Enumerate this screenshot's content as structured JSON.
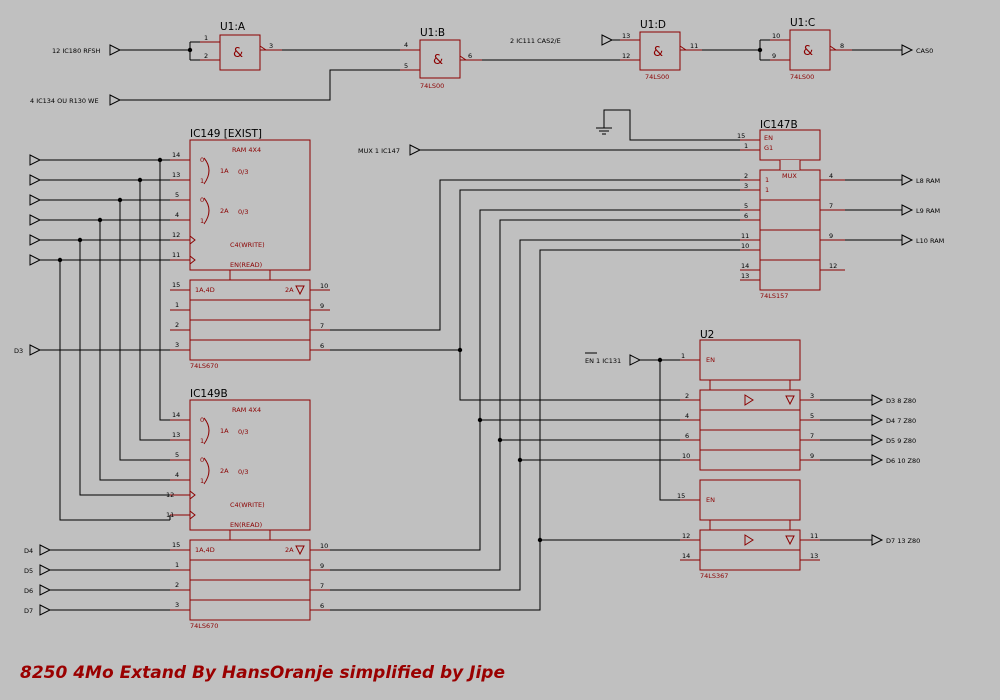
{
  "footer": {
    "caption": "8250 4Mo Extand By HansOranje simplified by Jipe"
  },
  "gates": {
    "u1a": {
      "ref": "U1:A",
      "symbol": "&",
      "pins": [
        "1",
        "2",
        "3"
      ],
      "part": ""
    },
    "u1b": {
      "ref": "U1:B",
      "symbol": "&",
      "pins": [
        "4",
        "5",
        "6"
      ],
      "part": "74LS00"
    },
    "u1d": {
      "ref": "U1:D",
      "symbol": "&",
      "pins": [
        "13",
        "12",
        "11"
      ],
      "part": "74LS00"
    },
    "u1c": {
      "ref": "U1:C",
      "symbol": "&",
      "pins": [
        "10",
        "9",
        "8"
      ],
      "part": "74LS00"
    }
  },
  "signals": {
    "rfsh": "12 IC180 RFSH",
    "we": "4 IC134 OU R130 WE",
    "cas2e": "2 IC111 CAS2/E",
    "cas0": "CAS0",
    "mux": "MUX 1 IC147",
    "l8": "L8 RAM",
    "l9": "L9 RAM",
    "l10": "L10 RAM",
    "d3": "D3",
    "d4": "D4",
    "d5": "D5",
    "d6": "D6",
    "d7": "D7",
    "en_label": "EN 1 IC131",
    "d3z": "D3 8 Z80",
    "d4z": "D4 7 Z80",
    "d5z": "D5 9 Z80",
    "d6z": "D6 10 Z80",
    "d7z": "D7 13 Z80"
  },
  "ic149": {
    "ref": "IC149 [EXIST]",
    "part": "74LS670",
    "title": "RAM 4X4",
    "lbl_1a": "1A",
    "lbl_2a": "2A",
    "frac": "0/3",
    "write": "C4(WRITE)",
    "read": "EN(READ)",
    "data_in": "1A,4D",
    "out": "2A",
    "sel": [
      "0",
      "1"
    ],
    "left_pins": [
      "14",
      "13",
      "5",
      "4",
      "12",
      "11"
    ],
    "data_pins": [
      "15",
      "1",
      "2",
      "3"
    ],
    "out_pins": [
      "10",
      "9",
      "7",
      "6"
    ]
  },
  "ic149b": {
    "ref": "IC149B",
    "part": "74LS670",
    "title": "RAM 4X4",
    "lbl_1a": "1A",
    "lbl_2a": "2A",
    "frac": "0/3",
    "write": "C4(WRITE)",
    "read": "EN(READ)",
    "data_in": "1A,4D",
    "out": "2A",
    "sel": [
      "0",
      "1"
    ],
    "left_pins": [
      "14",
      "13",
      "5",
      "4",
      "12",
      "11"
    ],
    "data_pins": [
      "15",
      "1",
      "2",
      "3"
    ],
    "out_pins": [
      "10",
      "9",
      "7",
      "6"
    ]
  },
  "ic147b": {
    "ref": "IC147B",
    "part": "74LS157",
    "en": "EN",
    "g1": "G1",
    "mux": "MUX",
    "one": "1",
    "left_pins": [
      "15",
      "1",
      "2",
      "3",
      "5",
      "6",
      "11",
      "10",
      "14",
      "13"
    ],
    "right_pins": [
      "4",
      "7",
      "9",
      "12"
    ]
  },
  "u2": {
    "ref": "U2",
    "part": "74LS367",
    "en": "EN",
    "top_pins": [
      "1",
      "2",
      "4",
      "6",
      "10"
    ],
    "top_out": [
      "3",
      "5",
      "7",
      "9"
    ],
    "bot_pins": [
      "15",
      "12",
      "14"
    ],
    "bot_out": [
      "11",
      "13"
    ]
  }
}
